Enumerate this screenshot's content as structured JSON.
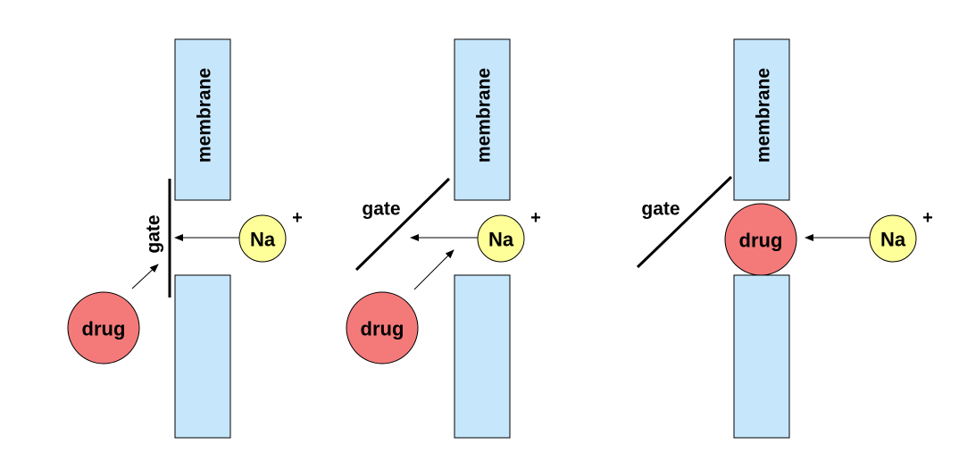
{
  "colors": {
    "membrane_fill": "#c6e6fb",
    "drug_fill": "#f47a7a",
    "ion_fill": "#ffff99",
    "outline": "#000000"
  },
  "panels": [
    {
      "membrane_label": "membrane",
      "gate_label": "gate",
      "drug_label": "drug",
      "ion_label": "Na",
      "ion_charge": "+"
    },
    {
      "membrane_label": "membrane",
      "gate_label": "gate",
      "drug_label": "drug",
      "ion_label": "Na",
      "ion_charge": "+"
    },
    {
      "membrane_label": "membrane",
      "gate_label": "gate",
      "drug_label": "drug",
      "ion_label": "Na",
      "ion_charge": "+"
    }
  ]
}
